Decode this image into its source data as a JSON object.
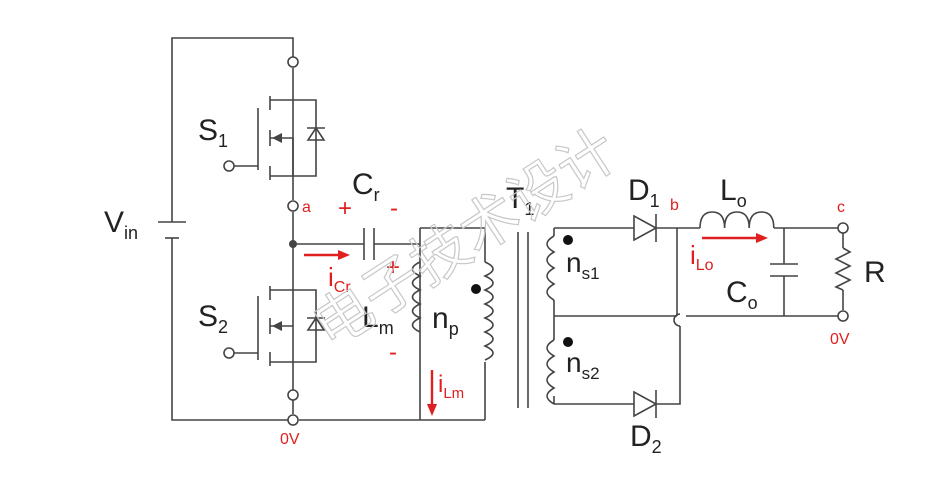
{
  "diagram": {
    "vin_label": "V",
    "vin_sub": "in",
    "s1_label": "S",
    "s1_sub": "1",
    "s2_label": "S",
    "s2_sub": "2",
    "cr_label": "C",
    "cr_sub": "r",
    "cr_plus": "+",
    "cr_minus": "-",
    "node_a": "a",
    "node_b": "b",
    "node_c": "c",
    "icr_label": "i",
    "icr_sub": "Cr",
    "lm_label": "L",
    "lm_sub": "m",
    "lm_plus": "+",
    "lm_minus": "-",
    "np_label": "n",
    "np_sub": "p",
    "ilm_label": "i",
    "ilm_sub": "Lm",
    "t1_label": "T",
    "t1_sub": "1",
    "ns1_label": "n",
    "ns1_sub": "s1",
    "ns2_label": "n",
    "ns2_sub": "s2",
    "d1_label": "D",
    "d1_sub": "1",
    "d2_label": "D",
    "d2_sub": "2",
    "lo_label": "L",
    "lo_sub": "o",
    "ilo_label": "i",
    "ilo_sub": "Lo",
    "co_label": "C",
    "co_sub": "o",
    "r_label": "R",
    "zero_v_left": "0V",
    "zero_v_right": "0V",
    "watermark": "电子技术设计"
  },
  "colors": {
    "wire": "#444444",
    "annotation": "#e02020",
    "text": "#222222"
  }
}
